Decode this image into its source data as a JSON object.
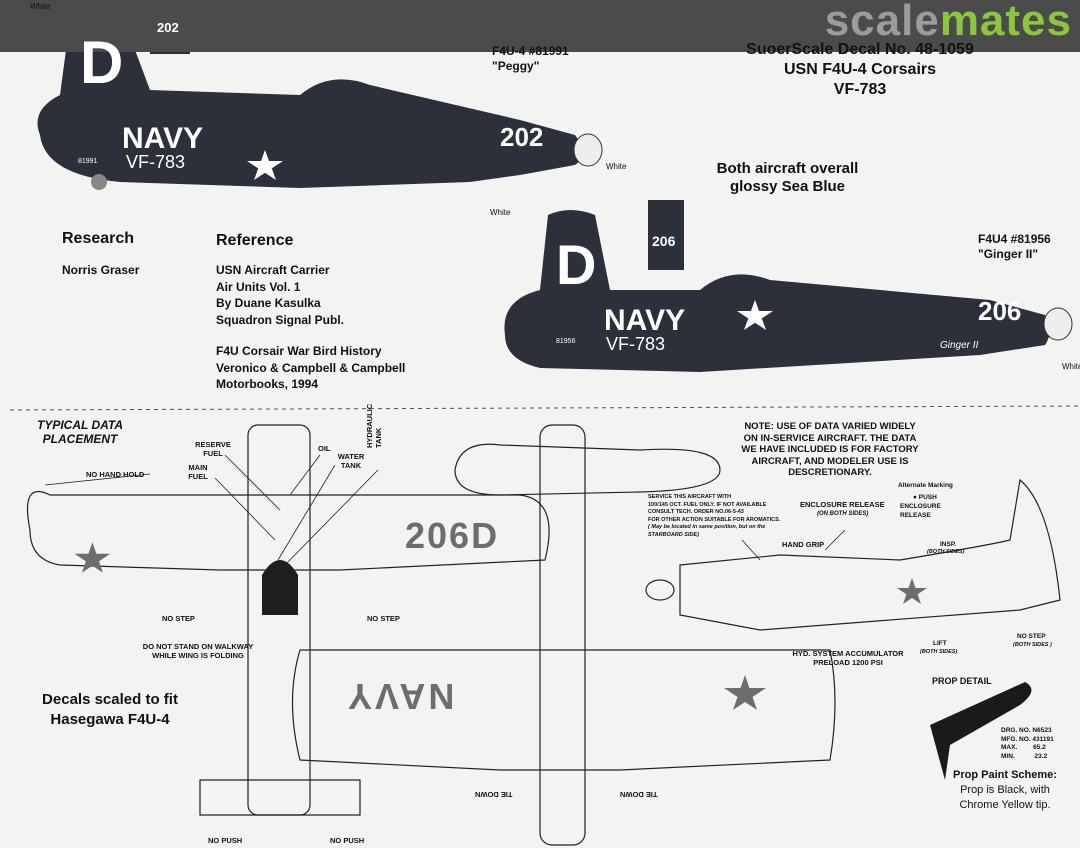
{
  "logo": {
    "part1": "scale",
    "part2": "mates"
  },
  "title": {
    "line1": "SuoerScale Decal No. 48-1059",
    "line2": "USN F4U-4 Corsairs",
    "line3": "VF-783"
  },
  "aircraft1": {
    "label": "F4U-4 #81991",
    "name": "\"Peggy\"",
    "code": "D",
    "tail_number": "202",
    "fuselage_number": "202",
    "navy": "NAVY",
    "squadron": "VF-783",
    "bureau": "81991",
    "white_note_tail": "White",
    "white_note_nose": "White"
  },
  "aircraft2": {
    "label": "F4U4 #81956",
    "name": "\"Ginger II\"",
    "code": "D",
    "tail_number": "206",
    "fuselage_number": "206",
    "navy": "NAVY",
    "squadron": "VF-783",
    "bureau": "81956",
    "nose_art": "Ginger II",
    "white_note_tail": "White",
    "white_note_nose": "White"
  },
  "color_note": {
    "line1": "Both aircraft overall",
    "line2": "glossy Sea Blue"
  },
  "research": {
    "heading": "Research",
    "name": "Norris Graser"
  },
  "reference": {
    "heading": "Reference",
    "lines": [
      "USN Aircraft Carrier",
      "Air Units Vol. 1",
      "By Duane Kasulka",
      "Squadron Signal Publ.",
      "",
      "F4U Corsair War Bird History",
      "Veronico & Campbell & Campbell",
      "Motorbooks, 1994"
    ]
  },
  "data_placement": {
    "title1": "TYPICAL DATA",
    "title2": "PLACEMENT",
    "labels": {
      "no_hand_hold": "NO HAND HOLD",
      "reserve_fuel": "RESERVE FUEL",
      "main_fuel": "MAIN FUEL",
      "oil": "OIL",
      "water_tank": "WATER TANK",
      "hydraulic_tank": "HYDRAULIC TANK",
      "no_step_left": "NO STEP",
      "no_step_right": "NO STEP",
      "walkway1": "DO NOT STAND ON WALKWAY",
      "walkway2": "WHILE WING IS FOLDING",
      "no_push_left": "NO PUSH",
      "no_push_right": "NO PUSH",
      "tie_down_left": "TIE DOWN",
      "tie_down_right": "TIE DOWN"
    },
    "wing_code": "206D",
    "wing_navy": "NAVY"
  },
  "note": {
    "lines": [
      "NOTE: USE OF DATA VARIED WIDELY",
      "ON IN-SERVICE AIRCRAFT.  THE DATA",
      "WE HAVE INCLUDED IS FOR FACTORY",
      "AIRCRAFT, AND MODELER USE IS",
      "DESCRETIONARY."
    ]
  },
  "side_labels": {
    "service": [
      "SERVICE THIS AIRCRAFT WITH",
      "100/145 OCT. FUEL ONLY.  IF NOT AVAILABLE",
      "CONSULT TECH. ORDER NO.06-5-43",
      "FOR OTHER ACTION SUITABLE FOR AROMATICS."
    ],
    "service_note": [
      "( May be located in same position, but on the",
      "STARBOARD SIDE)"
    ],
    "enclosure_release": "ENCLOSURE   RELEASE",
    "on_both_sides": "(ON BOTH SIDES)",
    "alternate_marking": "Alternate Marking",
    "push": "● PUSH",
    "enclosure2": "ENCLOSURE",
    "release2": "RELEASE",
    "hand_grip": "HAND GRIP",
    "insp": "INSP.",
    "insp_sides": "(BOTH SIDES)",
    "no_step": "NO STEP",
    "no_step_sides": "(BOTH SIDES )",
    "lift": "LIFT",
    "lift_sides": "(BOTH SIDES)",
    "hyd1": "HYD. SYSTEM ACCUMULATOR",
    "hyd2": "PRELOAD 1200 PSI"
  },
  "prop": {
    "title": "PROP DETAIL",
    "drg": "DRG. NO. N6523",
    "mfg": "MFG. NO. 431191",
    "max_label": "MAX.",
    "max": "65.2",
    "min_label": "MIN.",
    "min": "23.2",
    "scheme_title": "Prop Paint Scheme:",
    "scheme1": "Prop is Black, with",
    "scheme2": "Chrome Yellow tip."
  },
  "decal_note": {
    "line1": "Decals scaled to fit",
    "line2": "Hasegawa F4U-4"
  },
  "colors": {
    "sea_blue": "#2b303b",
    "banner": "#4b4b4b",
    "logo_gray": "#9c9c9c",
    "logo_green": "#8cc63f",
    "insignia_gray": "#6d6d6d"
  }
}
